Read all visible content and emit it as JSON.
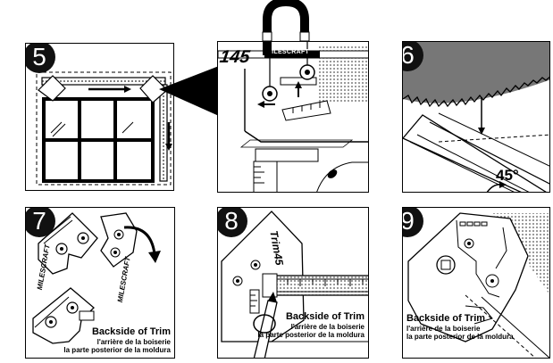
{
  "steps": [
    {
      "number": "5"
    },
    {
      "number": "6"
    },
    {
      "number": "7"
    },
    {
      "number": "8"
    },
    {
      "number": "9"
    }
  ],
  "detail_panel": {
    "brand_mark": "145",
    "brand_strip": "MILESCRAFT"
  },
  "step6": {
    "angle_label": "45°"
  },
  "step7": {
    "tool_marks": [
      "MILESCRAFT",
      "MILESCRAFT"
    ]
  },
  "step8": {
    "tool_mark": "Trim45"
  },
  "caption": {
    "en": "Backside of Trim",
    "fr": "l'arrière de la boiserie",
    "pt": "la parte posterior de la moldura"
  },
  "colors": {
    "ink": "#000000",
    "paper": "#ffffff",
    "shade": "#8a8a8a"
  }
}
